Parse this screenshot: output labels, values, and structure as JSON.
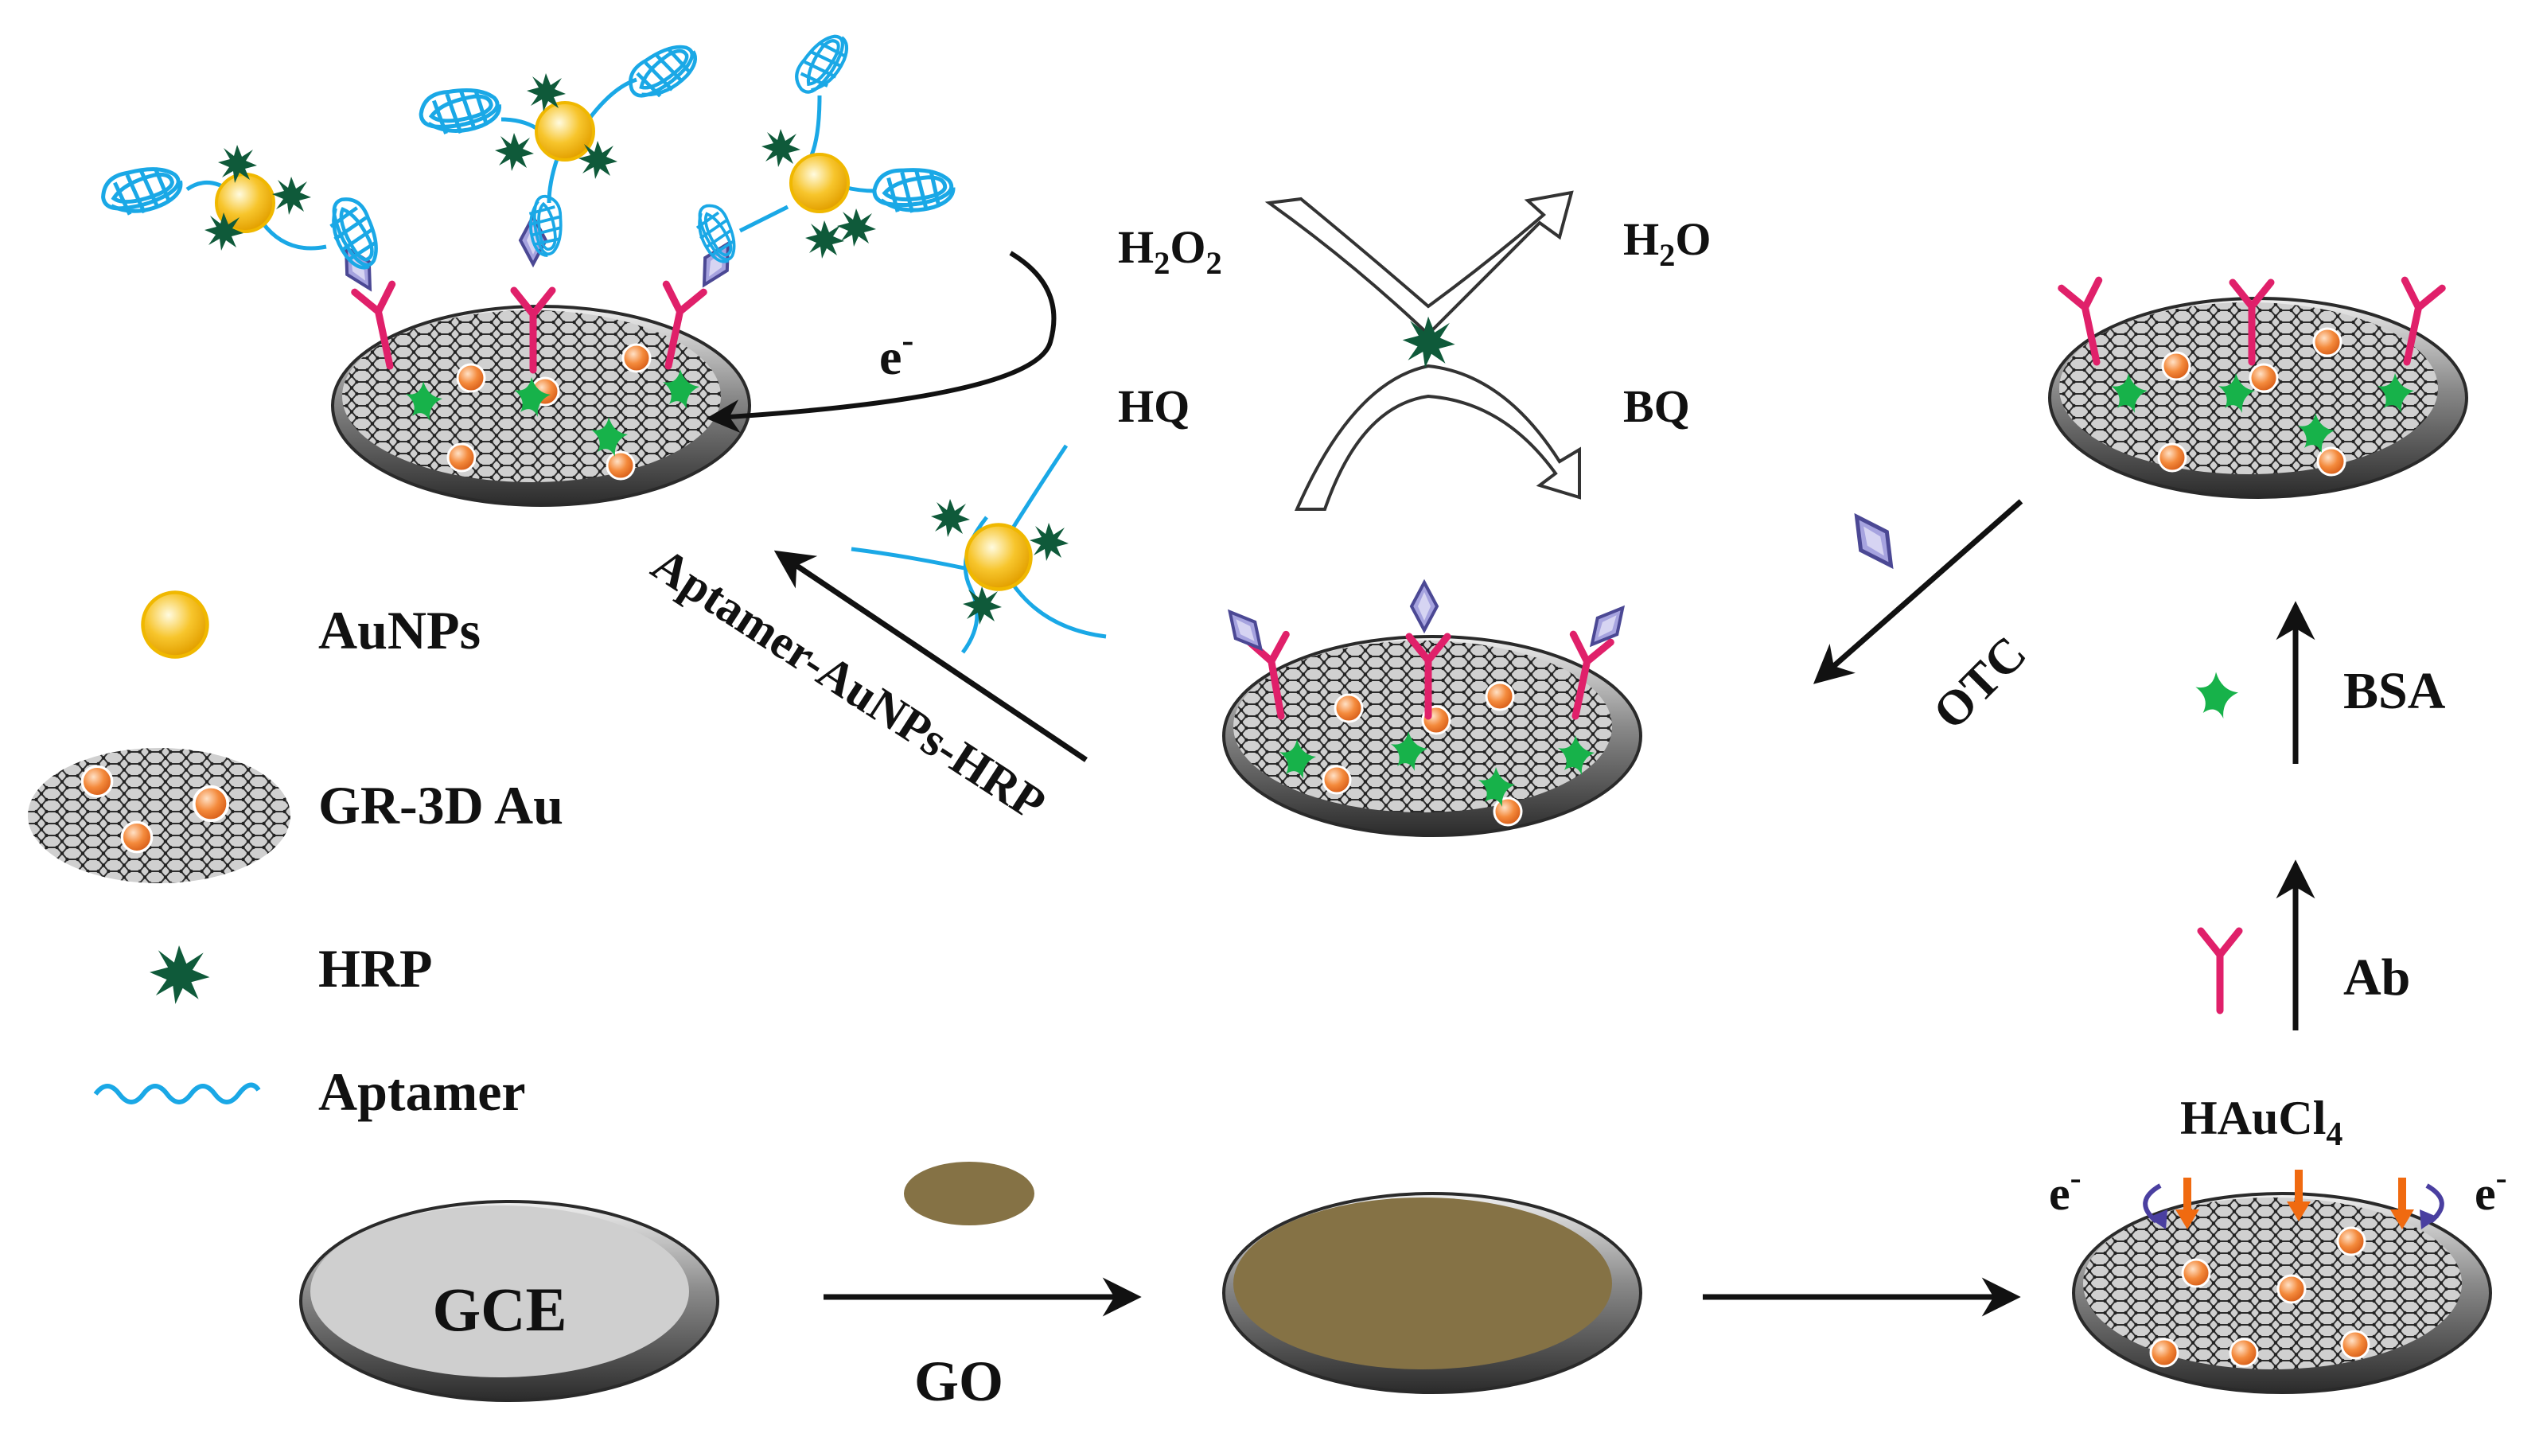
{
  "legend": {
    "aunps": "AuNPs",
    "gr3dau": "GR-3D Au",
    "hrp": "HRP",
    "aptamer": "Aptamer"
  },
  "labels": {
    "electron": "e",
    "electron_sup": "-",
    "h2o2_main": "H",
    "h2o2_sub1": "2",
    "h2o2_mid": "O",
    "h2o2_sub2": "2",
    "h2o_main": "H",
    "h2o_sub": "2",
    "h2o_end": "O",
    "hq": "HQ",
    "bq": "BQ",
    "aptamer_conjugate": "Aptamer-AuNPs-HRP",
    "otc": "OTC",
    "bsa": "BSA",
    "ab": "Ab",
    "haucl4_main": "HAuCl",
    "haucl4_sub": "4",
    "e_left": "e",
    "e_left_sup": "-",
    "e_right": "e",
    "e_right_sup": "-",
    "gce": "GCE",
    "go": "GO"
  },
  "colors": {
    "aunp_fill": "#f7c52c",
    "aunp_stroke": "#e0a800",
    "hrp": "#0f5a3a",
    "aptamer": "#1aa8e6",
    "antibody": "#e0206a",
    "bsa": "#17b24a",
    "otc": "#8a86d0",
    "go": "#857245",
    "au_orange": "#f07a2a",
    "arrow_orange": "#f06a10"
  }
}
